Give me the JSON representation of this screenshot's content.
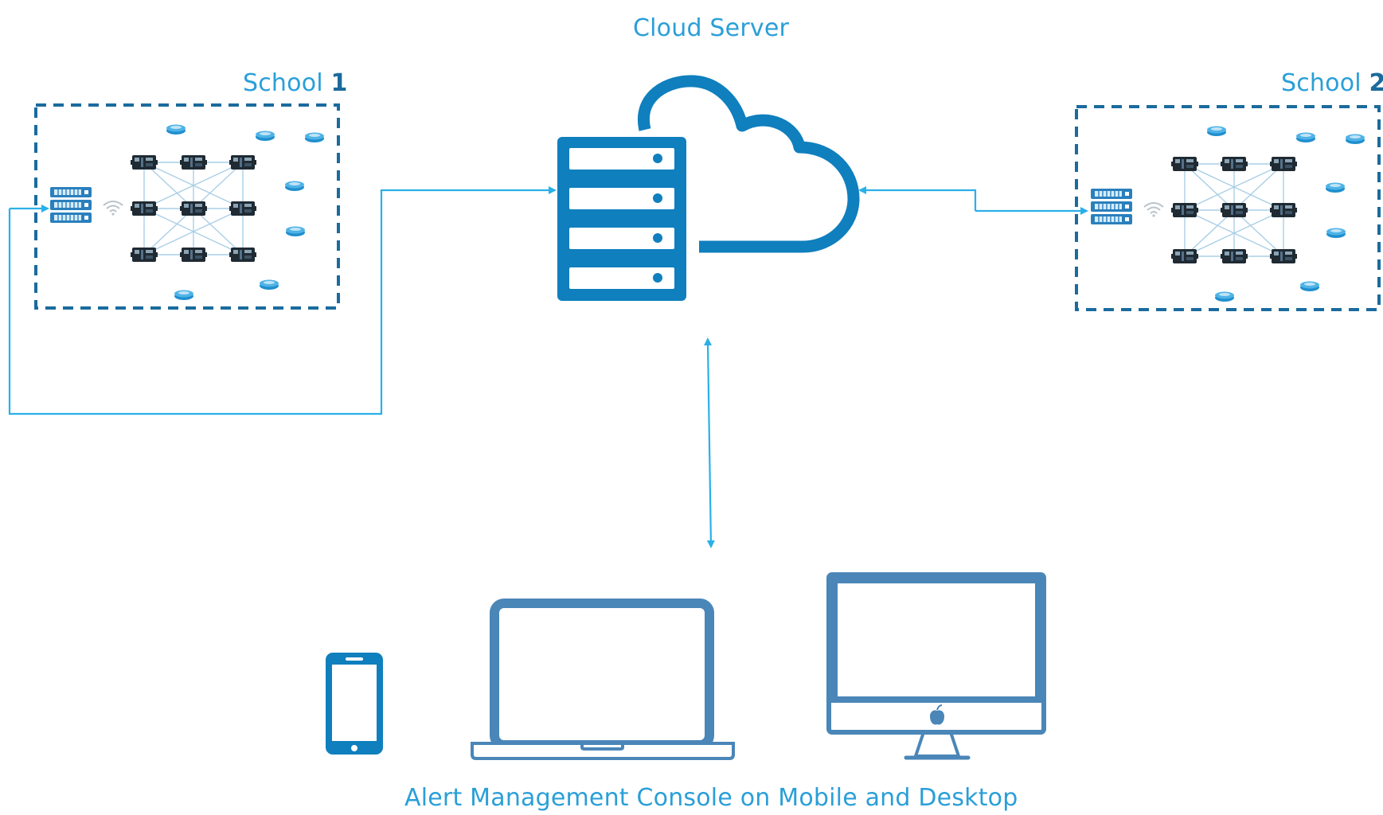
{
  "labels": {
    "cloud_server": "Cloud Server",
    "school1_name": "School",
    "school1_num": "1",
    "school2_name": "School",
    "school2_num": "2",
    "console": "Alert Management Console on Mobile  and Desktop"
  },
  "colors": {
    "primary_blue": "#0f7fbe",
    "connector_blue": "#2ab0e8",
    "dashed_border": "#1a6b9e",
    "device_outline": "#4a86b8",
    "label_text": "#2a9fd8",
    "label_number": "#1b6a9c"
  },
  "icons": [
    "server-rack-icon",
    "cloud-icon",
    "gateway-icon",
    "wifi-icon",
    "sensor-node-icon",
    "beacon-icon",
    "smartphone-icon",
    "laptop-icon",
    "desktop-monitor-icon",
    "apple-logo-icon"
  ]
}
